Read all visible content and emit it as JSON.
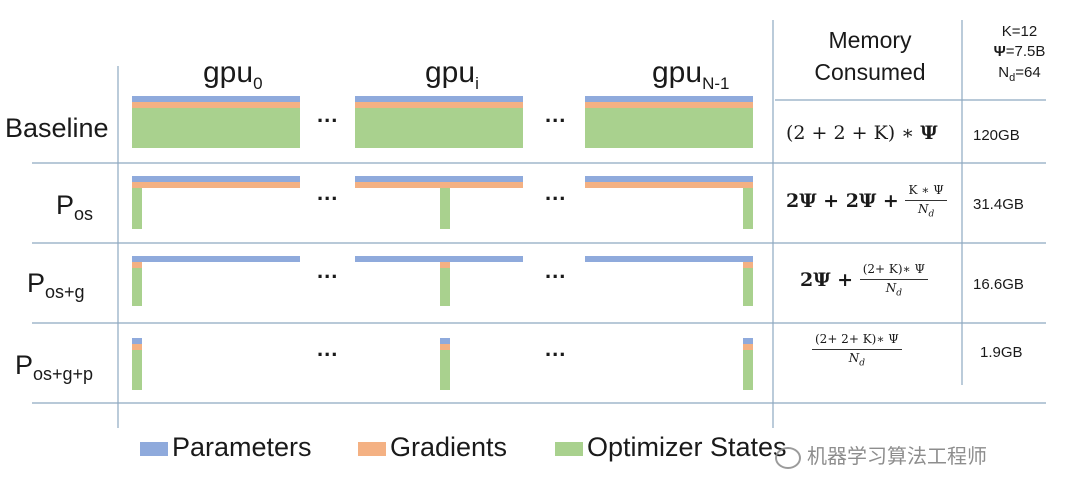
{
  "gpus": [
    {
      "name": "gpu",
      "sub": "0"
    },
    {
      "name": "gpu",
      "sub": "i"
    },
    {
      "name": "gpu",
      "sub": "N-1"
    }
  ],
  "dots": "...",
  "rows": [
    {
      "name": "Baseline",
      "sub": "",
      "value": "120GB"
    },
    {
      "name": "P",
      "sub": "os",
      "value": "31.4GB"
    },
    {
      "name": "P",
      "sub": "os+g",
      "value": "16.6GB"
    },
    {
      "name": "P",
      "sub": "os+g+p",
      "value": "1.9GB"
    }
  ],
  "header": {
    "memory_line1": "Memory",
    "memory_line2": "Consumed",
    "k": "K=12",
    "psi_sym": "Ψ",
    "psi_val": "=7.5B",
    "nd_n": "N",
    "nd_sub": "d",
    "nd_val": "=64"
  },
  "formulas": {
    "baseline": "(2 + 2 + K) ∗ ",
    "psi": "Ψ",
    "pos_a": "2Ψ + 2Ψ + ",
    "pos_num": "K ∗ Ψ",
    "nd": "N",
    "nd_sub": "d",
    "posg_a": "2Ψ + ",
    "posg_num": "(2+ K)∗ Ψ",
    "posgp_num": "(2+ 2+ K)∗ Ψ"
  },
  "legend": [
    {
      "label": "Parameters",
      "color": "#8faadc"
    },
    {
      "label": "Gradients",
      "color": "#f4b183"
    },
    {
      "label": "Optimizer States",
      "color": "#a9d18e"
    }
  ],
  "watermark": "机器学习算法工程师",
  "colors": {
    "param": "#8faadc",
    "grad": "#f4b183",
    "opt": "#a9d18e",
    "grid": "#8ea9c1"
  }
}
